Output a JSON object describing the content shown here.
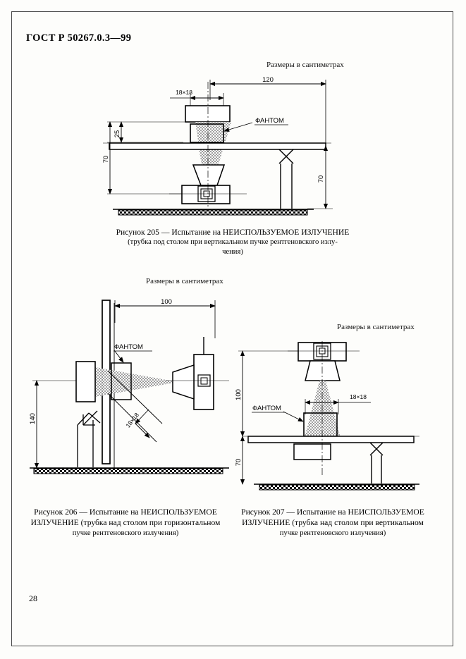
{
  "document": {
    "standard_number": "ГОСТ Р 50267.0.3—99",
    "page_number": "28"
  },
  "figures": [
    {
      "id": "205",
      "units_note": "Размеры в сантиметрах",
      "caption_line1": "Рисунок 205 — Испытание на НЕИСПОЛЬЗУЕМОЕ ИЗЛУЧЕНИЕ",
      "caption_line2": "(трубка под столом при вертикальном пучке рентгеновского излу-",
      "caption_line3": "чения)",
      "labels": {
        "phantom": "ФАНТОМ",
        "field_size": "18×18",
        "dim_horizontal": "120",
        "dim_phantom_height": "25",
        "dim_left_total": "70",
        "dim_right_table": "70"
      }
    },
    {
      "id": "206",
      "units_note": "Размеры в сантиметрах",
      "caption_line1": "Рисунок 206 — Испытание на НЕИСПОЛЬЗУЕМОЕ",
      "caption_line2": "ИЗЛУЧЕНИЕ  (трубка над столом при горизонтальном",
      "caption_line3": "пучке рентгеновского излучения)",
      "labels": {
        "phantom": "ФАНТОМ",
        "field_size": "18×18",
        "dim_horizontal": "100",
        "dim_vertical": "140"
      }
    },
    {
      "id": "207",
      "units_note": "Размеры  в сантиметрах",
      "caption_line1": "Рисунок 207 — Испытание на НЕИСПОЛЬЗУЕМОЕ",
      "caption_line2": "ИЗЛУЧЕНИЕ (трубка над столом при вертикальном",
      "caption_line3": "пучке рентгеновского излучения)",
      "labels": {
        "phantom": "ФАНТОМ",
        "field_size": "18×18",
        "dim_tube_to_table": "100",
        "dim_table_height": "70"
      }
    }
  ],
  "colors": {
    "ink": "#000000",
    "beam": "#b3b3b3",
    "paper": "#fdfdfb"
  }
}
